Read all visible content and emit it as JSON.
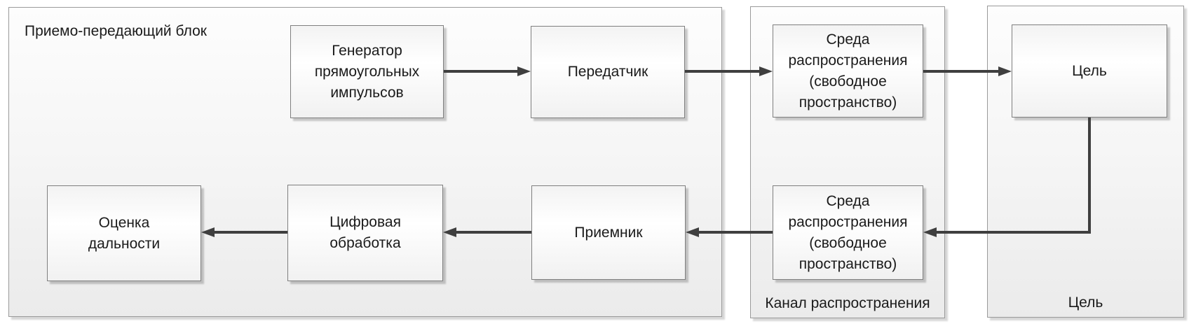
{
  "containers": {
    "transceiver": {
      "label": "Приемо-передающий блок"
    },
    "channel": {
      "label": "Канал распространения"
    },
    "target": {
      "label": "Цель"
    }
  },
  "blocks": {
    "generator": {
      "label": "Генератор\nпрямоугольных\nимпульсов"
    },
    "transmitter": {
      "label": "Передатчик"
    },
    "medium_top": {
      "label": "Среда\nраспространения\n(свободное\nпространство)"
    },
    "target": {
      "label": "Цель"
    },
    "medium_bottom": {
      "label": "Среда\nраспространения\n(свободное\nпространство)"
    },
    "receiver": {
      "label": "Приемник"
    },
    "digital_processing": {
      "label": "Цифровая\nобработка"
    },
    "range_estimation": {
      "label": "Оценка\nдальности"
    }
  },
  "colors": {
    "arrow": "#3f3f3f",
    "box_border": "#7f7f7f",
    "container_border": "#9a9a9a",
    "text": "#1a1a1a"
  }
}
